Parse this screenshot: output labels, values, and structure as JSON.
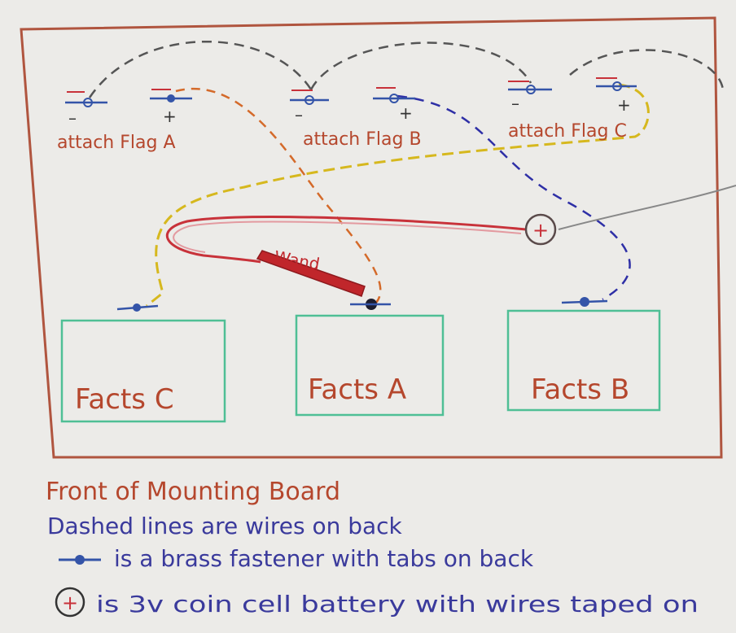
{
  "flags": [
    {
      "label": "attach Flag A",
      "plus": "+",
      "minus": "–"
    },
    {
      "label": "attach Flag B",
      "plus": "+",
      "minus": "–"
    },
    {
      "label": "attach Flag C",
      "plus": "+",
      "minus": "–"
    }
  ],
  "facts": [
    {
      "label": "Facts C"
    },
    {
      "label": "Facts A"
    },
    {
      "label": "Facts B"
    }
  ],
  "wand_label": "Wand",
  "battery_symbol": "+",
  "legend": {
    "title": "Front of Mounting Board",
    "dashed": "Dashed lines are wires on back",
    "fastener": "is a brass fastener with tabs on back",
    "battery": "is 3v coin cell battery with wires taped on"
  },
  "colors": {
    "board": "#b0553f",
    "box": "#4fbf95",
    "label_red": "#b5472d",
    "legend_blue": "#3a3a9c",
    "wire_black": "#555555",
    "wire_orange": "#d46a2a",
    "wire_blue": "#2e2fa6",
    "wire_yellow": "#d6b81e",
    "wire_red": "#c8323a",
    "wire_gray": "#888888",
    "fastener": "#3454a8"
  }
}
